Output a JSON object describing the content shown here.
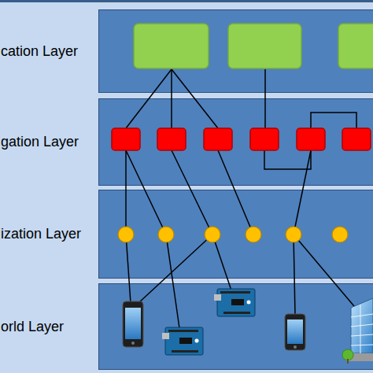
{
  "diagram": {
    "nodes": [
      {
        "text": [
          "cation Layer"
        ]
      },
      {
        "text": [
          "gation Layer"
        ]
      },
      {
        "text": [
          "ization Layer"
        ]
      },
      {
        "text": [
          "orld Layer"
        ]
      }
    ]
  }
}
